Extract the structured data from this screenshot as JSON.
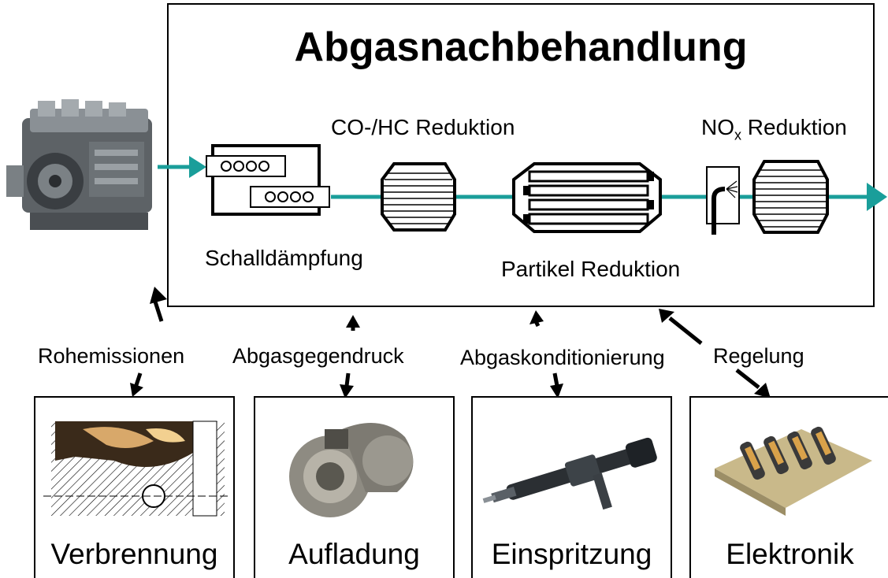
{
  "title": "Abgasnachbehandlung",
  "components": {
    "co_hc": "CO-/HC Reduktion",
    "nox_main": "NO",
    "nox_sub": "x",
    "nox_rest": " Reduktion",
    "silencer": "Schalldämpfung",
    "particle": "Partikel Reduktion"
  },
  "connections": [
    "Rohemissionen",
    "Abgasgegendruck",
    "Abgaskonditionierung",
    "Regelung"
  ],
  "subsystems": [
    "Verbrennung",
    "Aufladung",
    "Einspritzung",
    "Elektronik"
  ],
  "colors": {
    "flow": "#1a9e9a",
    "outline": "#000000",
    "background": "#ffffff"
  },
  "icons": [
    "engine-icon",
    "silencer-icon",
    "catalyst-icon",
    "particle-filter-icon",
    "injector-nozzle-icon",
    "turbocharger-icon",
    "injector-icon",
    "electronics-icon"
  ]
}
